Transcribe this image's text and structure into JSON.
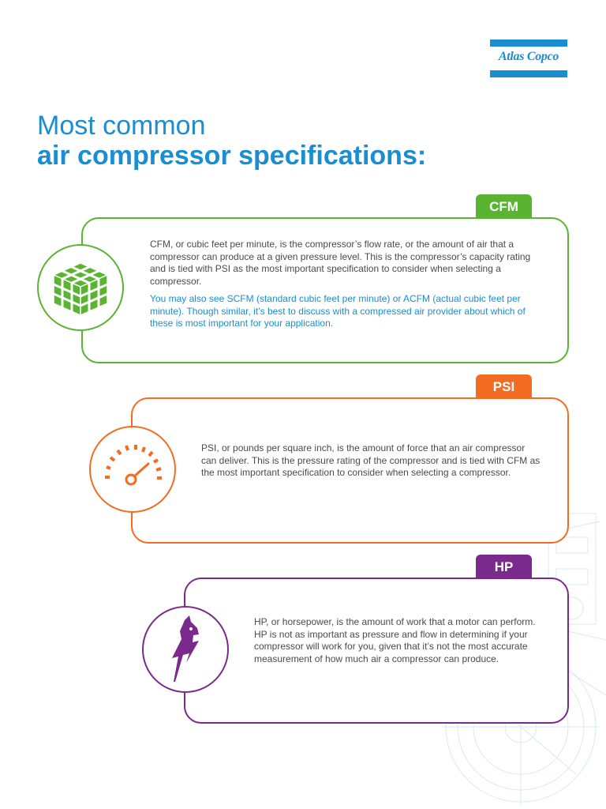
{
  "logo": {
    "text": "Atlas Copco"
  },
  "title": {
    "line1": "Most common",
    "line2": "air compressor specifications:"
  },
  "colors": {
    "brand_blue": "#1a8ed0",
    "cfm_green": "#5ab432",
    "psi_orange": "#f26c22",
    "hp_purple": "#7a2a8c"
  },
  "cards": {
    "cfm": {
      "tag": "CFM",
      "icon": "cube-grid-icon",
      "text1": "CFM, or cubic feet per minute, is the compressor’s flow rate, or the amount of air that a compressor can produce at a given pressure level. This is the compressor’s capacity rating and is tied with PSI as the most important specification to consider when selecting a compressor.",
      "text2": "You may also see SCFM (standard cubic feet per minute) or ACFM (actual cubic feet per minute). Though similar, it’s best to discuss with a compressed air provider about which of these is most important for your application."
    },
    "psi": {
      "tag": "PSI",
      "icon": "pressure-gauge-icon",
      "text1": "PSI, or pounds per square inch, is the amount of force that an air compressor can deliver. This is the pressure rating of the compressor and is tied with CFM as the most important specification to consider when selecting a compressor."
    },
    "hp": {
      "tag": "HP",
      "icon": "horse-lightning-icon",
      "text1": "HP, or horsepower, is the amount of work that a motor can perform. HP is not as important as pressure and flow in determining if your compressor will work for you, given that it’s not the most accurate measurement of how much air a compressor can produce."
    }
  }
}
